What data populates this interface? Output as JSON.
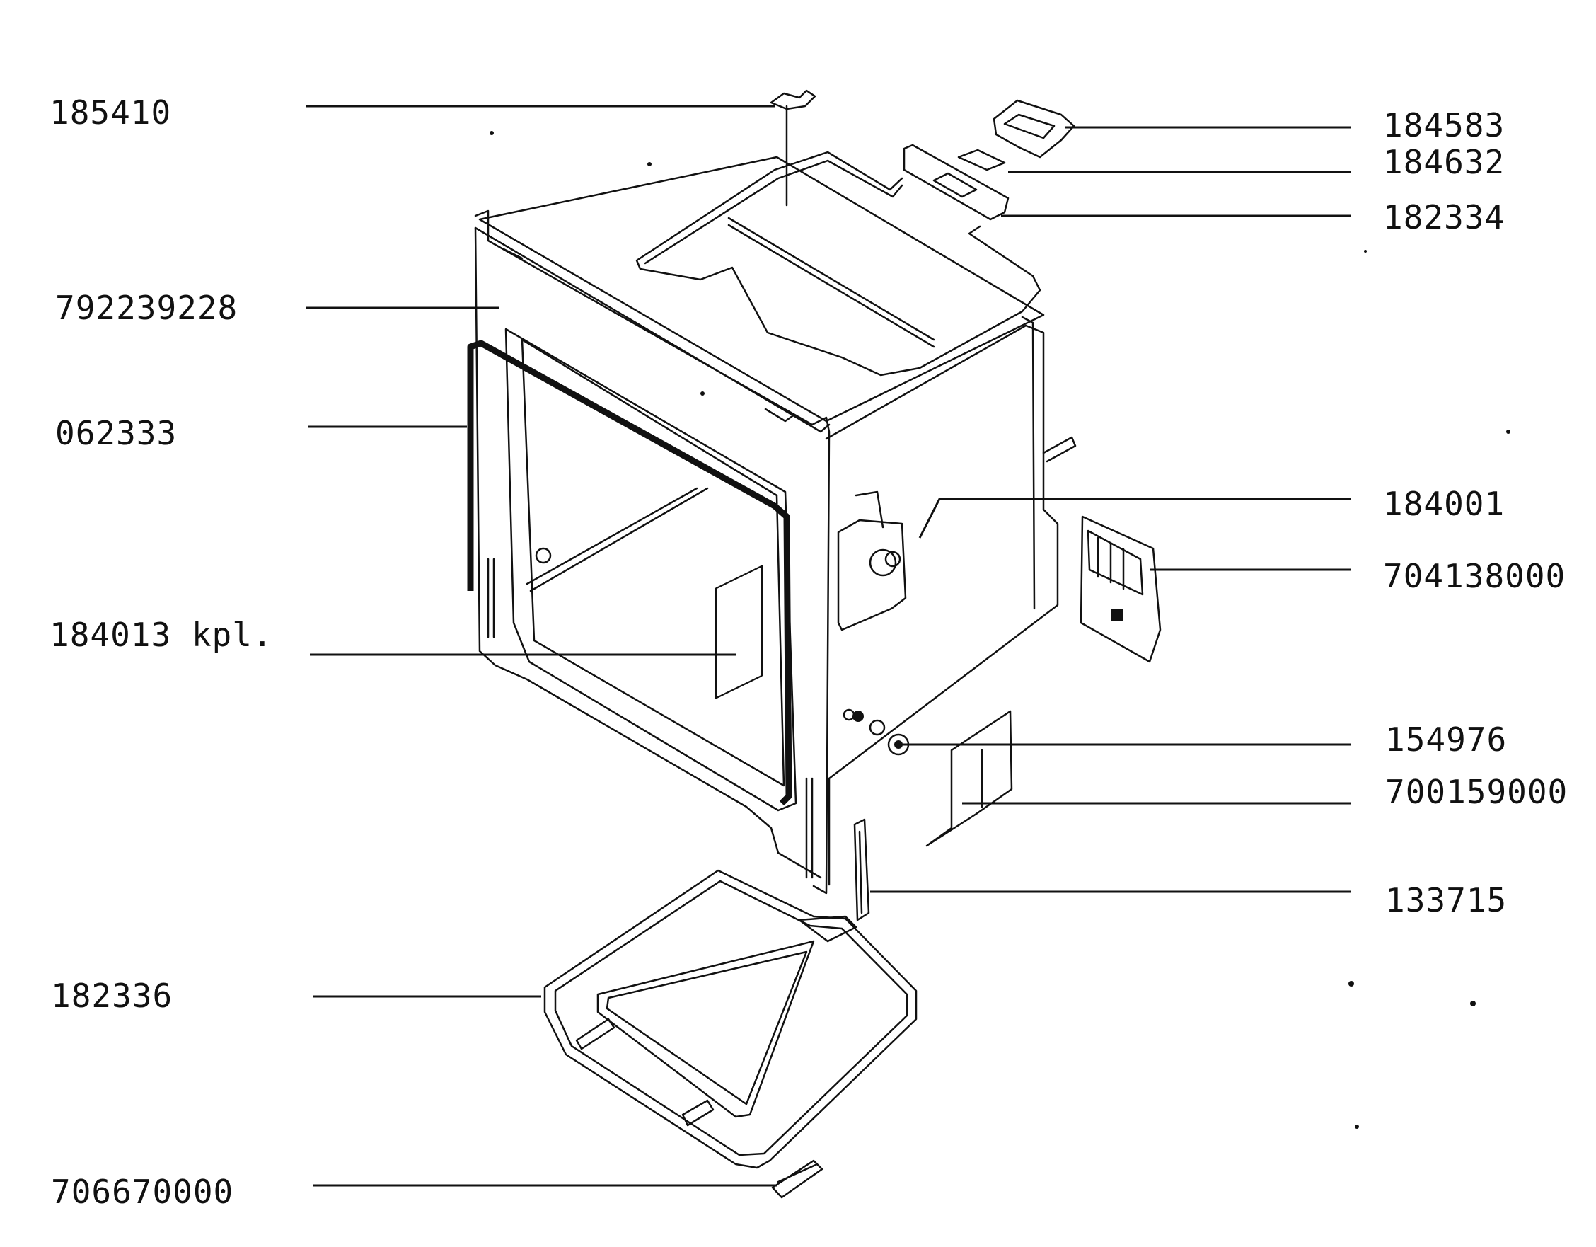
{
  "labels": {
    "l185410": "185410",
    "l792239228": "792239228",
    "l062333": "062333",
    "l184013": "184013 kpl.",
    "l182336": "182336",
    "l706670000": "706670000",
    "r184583": "184583",
    "r184632": "184632",
    "r182334": "182334",
    "r184001": "184001",
    "r704138000": "704138000",
    "r154976": "154976",
    "r700159000": "700159000",
    "r133715": "133715"
  }
}
